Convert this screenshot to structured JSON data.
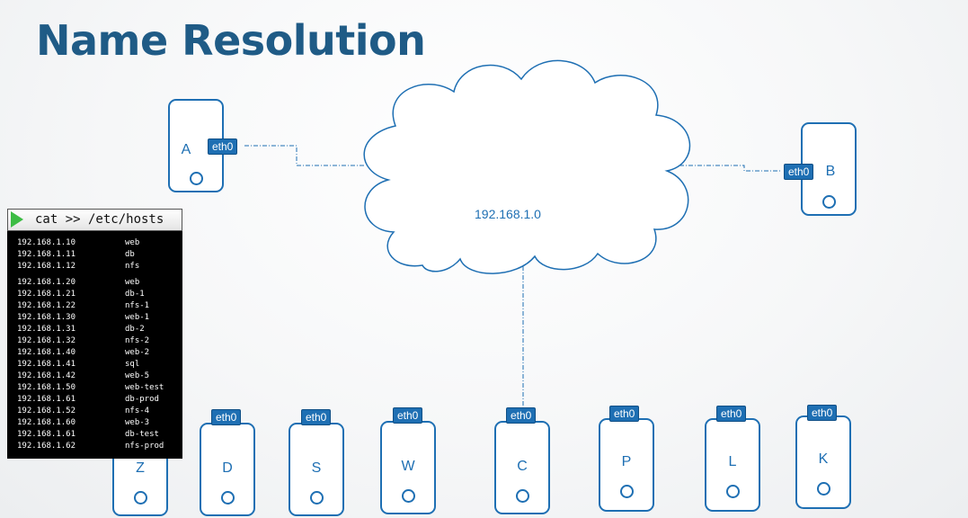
{
  "title": "Name Resolution",
  "network": {
    "label": "192.168.1.0"
  },
  "interface_label": "eth0",
  "hosts": [
    {
      "name": "A"
    },
    {
      "name": "B"
    },
    {
      "name": "Z"
    },
    {
      "name": "D"
    },
    {
      "name": "S"
    },
    {
      "name": "W"
    },
    {
      "name": "C"
    },
    {
      "name": "P"
    },
    {
      "name": "L"
    },
    {
      "name": "K"
    }
  ],
  "terminal": {
    "command": "cat >> /etc/hosts",
    "entries": [
      {
        "ip": "192.168.1.10",
        "name": "web"
      },
      {
        "ip": "192.168.1.11",
        "name": "db"
      },
      {
        "ip": "192.168.1.12",
        "name": "nfs"
      },
      {
        "ip": "192.168.1.20",
        "name": "web"
      },
      {
        "ip": "192.168.1.21",
        "name": "db-1"
      },
      {
        "ip": "192.168.1.22",
        "name": "nfs-1"
      },
      {
        "ip": "192.168.1.30",
        "name": "web-1"
      },
      {
        "ip": "192.168.1.31",
        "name": "db-2"
      },
      {
        "ip": "192.168.1.32",
        "name": "nfs-2"
      },
      {
        "ip": "192.168.1.40",
        "name": "web-2"
      },
      {
        "ip": "192.168.1.41",
        "name": "sql"
      },
      {
        "ip": "192.168.1.42",
        "name": "web-5"
      },
      {
        "ip": "192.168.1.50",
        "name": "web-test"
      },
      {
        "ip": "192.168.1.61",
        "name": "db-prod"
      },
      {
        "ip": "192.168.1.52",
        "name": "nfs-4"
      },
      {
        "ip": "192.168.1.60",
        "name": "web-3"
      },
      {
        "ip": "192.168.1.61",
        "name": "db-test"
      },
      {
        "ip": "192.168.1.62",
        "name": "nfs-prod"
      }
    ]
  }
}
